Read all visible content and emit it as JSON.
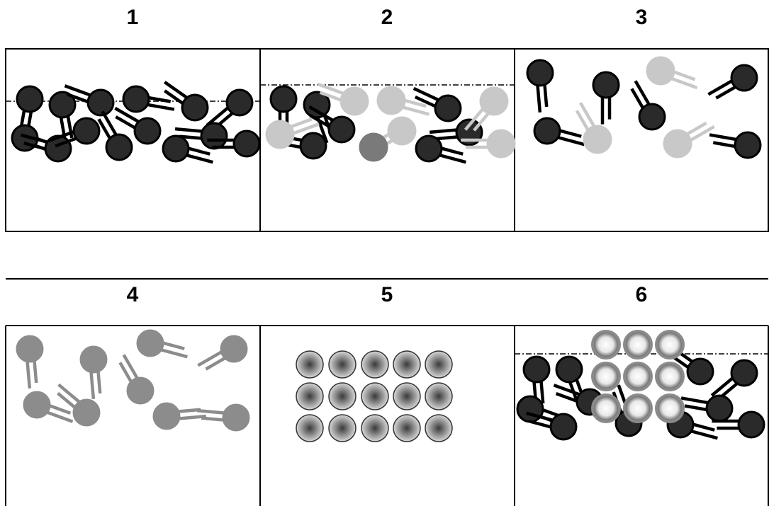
{
  "panels": [
    {
      "label": "1",
      "content": "dense-aggregate-monolayer",
      "dash_line": true
    },
    {
      "label": "2",
      "content": "mixed-aggregate-dissolving",
      "dash_line": true
    },
    {
      "label": "3",
      "content": "dispersed-dark-and-light",
      "dash_line": false
    },
    {
      "label": "4",
      "content": "dispersed-gray",
      "dash_line": false
    },
    {
      "label": "5",
      "content": "ordered-particle-array",
      "dash_line": false
    },
    {
      "label": "6",
      "content": "aggregate-with-shell-particles",
      "dash_line": true
    }
  ],
  "colors": {
    "dark_particle": "#2a2a2a",
    "light_particle": "#c8c8c8",
    "medium_particle": "#7a7a7a",
    "gray_particle": "#8c8c8c",
    "outline": "#000000",
    "frame": "#000000",
    "background": "#ffffff"
  }
}
